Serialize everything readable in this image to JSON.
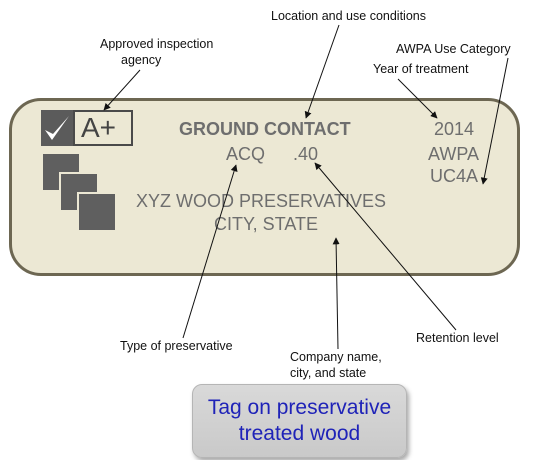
{
  "callouts": {
    "location_use": "Location and use conditions",
    "inspection_agency_line1": "Approved inspection",
    "inspection_agency_line2": "agency",
    "awpa_use_category": "AWPA Use Category",
    "year_of_treatment": "Year of treatment",
    "type_of_preservative": "Type of preservative",
    "company_line1": "Company name,",
    "company_line2": "city, and state",
    "retention_level": "Retention level"
  },
  "tag": {
    "grade_mark": "A+",
    "check_icon": "checkmark-icon",
    "logo_icon": "stacked-squares-logo",
    "use_condition": "GROUND CONTACT",
    "preservative": "ACQ",
    "retention": ".40",
    "year": "2014",
    "standard": "AWPA",
    "use_category": "UC4A",
    "company": "XYZ WOOD PRESERVATIVES",
    "city_state": "CITY, STATE",
    "fill_color": "#ece8d4",
    "border_color": "#6d6752"
  },
  "caption": {
    "line1": "Tag on preservative",
    "line2": "treated wood",
    "text_color": "#1f23b8"
  }
}
